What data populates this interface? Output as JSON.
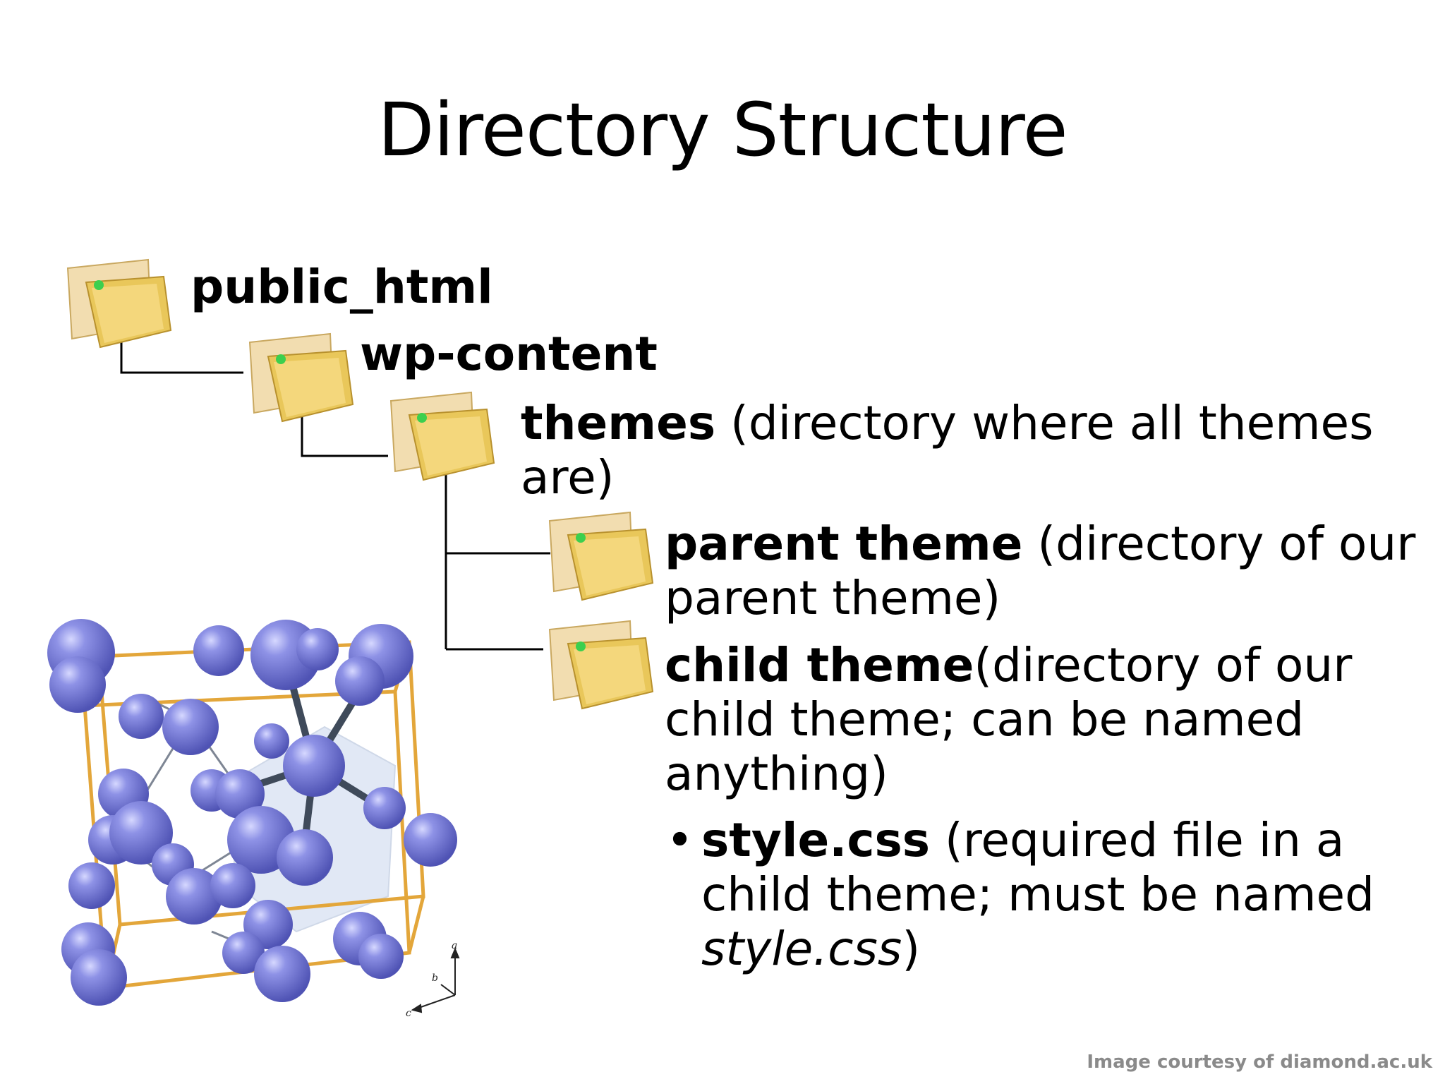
{
  "title": "Directory Structure",
  "tree": {
    "public_html": {
      "name": "public_html",
      "desc": ""
    },
    "wp_content": {
      "name": "wp-content",
      "desc": ""
    },
    "themes": {
      "name": "themes",
      "desc_line1": " (directory where all themes",
      "desc_line2": "are)"
    },
    "parent_theme": {
      "name": "parent theme",
      "desc_line1": " (directory of our",
      "desc_line2": "parent theme)"
    },
    "child_theme": {
      "name": "child theme",
      "desc_line1": "(directory of our",
      "desc_line2": "child theme; can be named",
      "desc_line3": "anything)"
    }
  },
  "bullet": {
    "marker": "•",
    "name": "style.css",
    "desc_line1": " (required file in a",
    "desc_line2": "child theme; must be named",
    "desc_line3_italic": "style.css",
    "desc_line3_end": ")"
  },
  "credit": "Image courtesy of diamond.ac.uk",
  "icons": [
    "folder-icon",
    "crystal-structure-image"
  ],
  "colors": {
    "folder": "#e9c75a",
    "atom": "#7b7fd6",
    "bond": "#e3a63a",
    "text": "#000000",
    "credit": "#8a8a8a"
  }
}
